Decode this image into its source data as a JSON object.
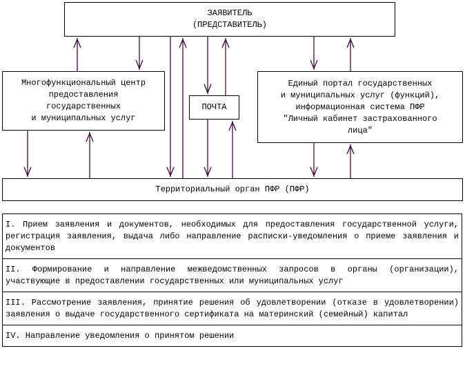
{
  "diagram": {
    "applicant": {
      "line1": "ЗАЯВИТЕЛЬ",
      "line2": "(ПРЕДСТАВИТЕЛЬ)"
    },
    "mfc": {
      "lines": [
        "Многофункциональный центр",
        "предоставления",
        "государственных",
        "и муниципальных услуг"
      ]
    },
    "post": {
      "label": "ПОЧТА"
    },
    "portal": {
      "lines": [
        "Единый портал государственных",
        "и муниципальных услуг (функций),",
        "информационная система ПФР",
        "\"Личный кабинет застрахованного",
        "лица\""
      ]
    },
    "pfr": {
      "label": "Территориальный орган ПФР (ПФР)"
    },
    "line_color": "#3a0a3a"
  },
  "steps": [
    "I. Прием заявления и документов, необходимых для предоставления государственной услуги, регистрация заявления, выдача либо направление расписки-уведомления о приеме заявления и документов",
    "II. Формирование и направление межведомственных запросов в органы (организации), участвующие в предоставлении государственных или муниципальных услуг",
    "III. Рассмотрение заявления, принятие решения об удовлетворении (отказе в удовлетворении) заявления о выдаче государственного сертификата на материнский (семейный) капитал",
    "IV. Направление уведомления о принятом решении"
  ]
}
